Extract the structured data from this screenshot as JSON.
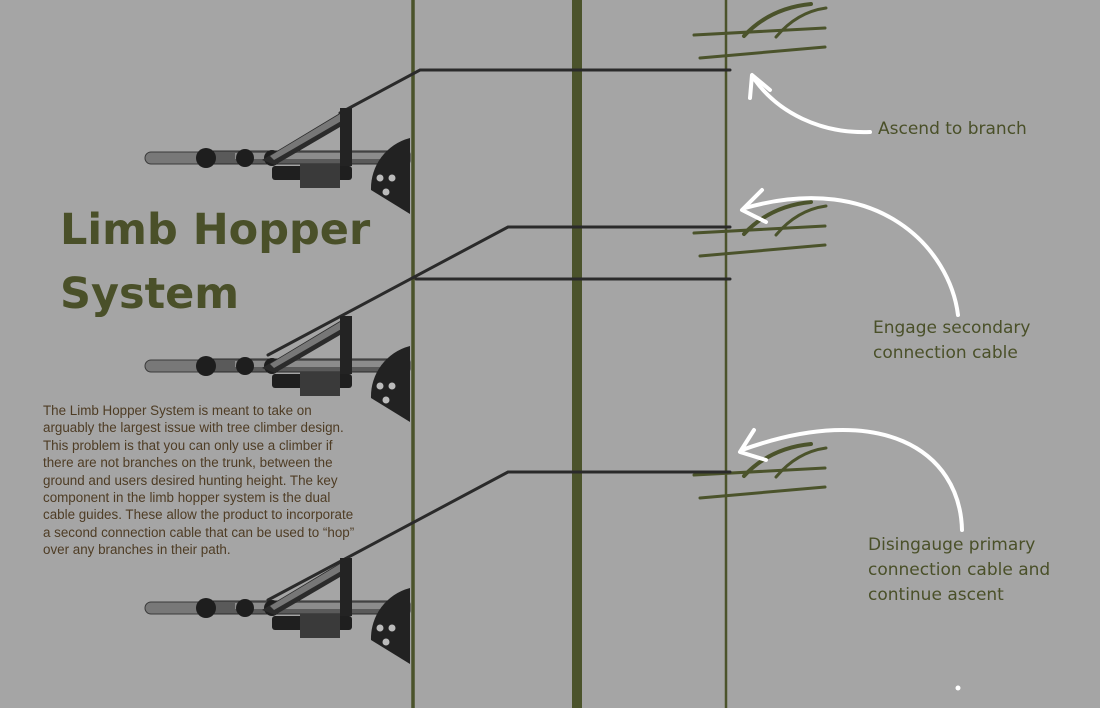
{
  "title": "Limb Hopper System",
  "description": "The Limb Hopper System is meant to take on arguably the largest issue with tree climber design. This problem is that you can only use a climber if there are  not branches on the trunk, between the ground and users desired hunting height. The key component in the limb hopper system is the dual cable guides. These allow the product to incorporate a second connection cable that can be used to “hop” over any branches in their path.",
  "steps": [
    {
      "label": "Ascend to branch"
    },
    {
      "label": "Engage secondary connection cable"
    },
    {
      "label": "Disingauge primary connection cable and continue ascent"
    }
  ],
  "colors": {
    "background": "#a5a5a5",
    "trunk": "#4b532b",
    "heading_text": "#4a5029",
    "body_text": "#4e3c24",
    "cable": "#2a2a2a",
    "arrow": "#ffffff"
  }
}
